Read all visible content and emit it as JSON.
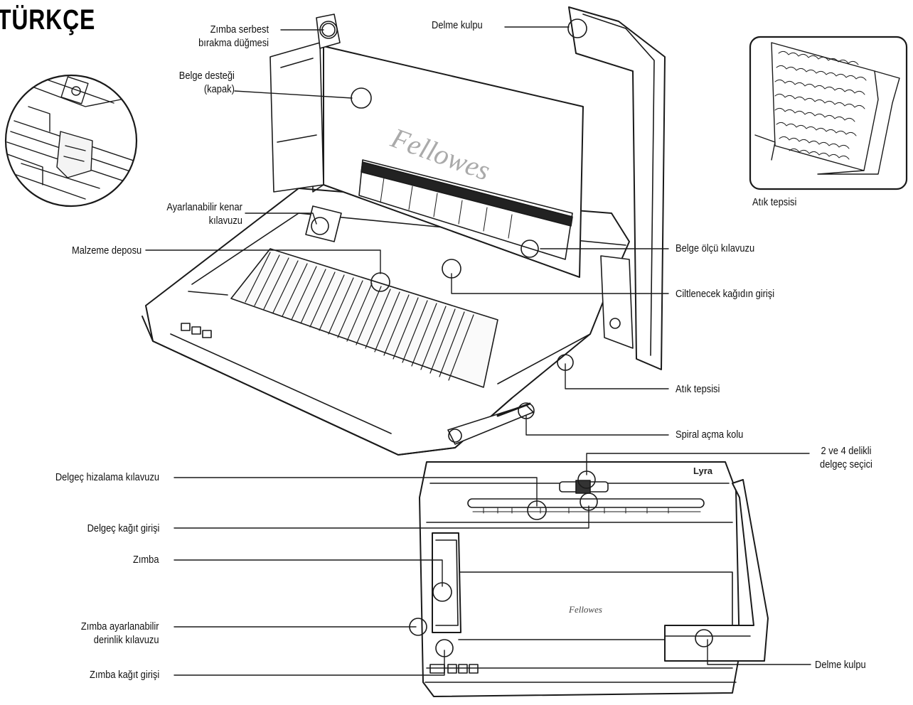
{
  "title": "TÜRKÇE",
  "brand": "Fellowes",
  "model": "Lyra",
  "labels": {
    "release_button_1": "Zımba serbest",
    "release_button_2": "bırakma düğmesi",
    "document_support_1": "Belge desteği",
    "document_support_2": "(kapak)",
    "adjustable_guide_1": "Ayarlanabilir kenar",
    "adjustable_guide_2": "kılavuzu",
    "storage": "Malzeme deposu",
    "handle_top": "Delme kulpu",
    "waste_tray_inset": "Atık tepsisi",
    "size_guide": "Belge ölçü kılavuzu",
    "binding_entry": "Ciltlenecek kağıdın girişi",
    "waste_tray": "Atık tepsisi",
    "comb_lever": "Spiral açma kolu",
    "punch_selector_1": "2 ve 4 delikli",
    "punch_selector_2": "delgeç seçici",
    "punch_alignment": "Delgeç hizalama kılavuzu",
    "punch_paper_entry": "Delgeç kağıt girişi",
    "stapler": "Zımba",
    "stapler_depth_1": "Zımba ayarlanabilir",
    "stapler_depth_2": "derinlik kılavuzu",
    "stapler_paper_entry": "Zımba kağıt girişi",
    "handle_bottom": "Delme kulpu"
  },
  "colors": {
    "line": "#1a1a1a",
    "device": "#ffffff",
    "shade": "#e8e8e8"
  }
}
